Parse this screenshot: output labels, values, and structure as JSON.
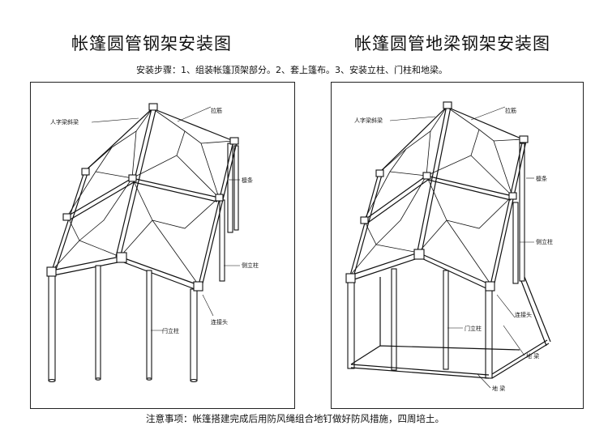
{
  "titles": {
    "left": "帐篷圆管钢架安装图",
    "right": "帐篷圆管地梁钢架安装图"
  },
  "steps": "安装步骤：1、组装帐篷顶架部分。2、套上篷布。3、安装立柱、门柱和地梁。",
  "note": "注意事项：帐篷搭建完成后用防风绳组合地钉做好防风措施，四周培土。",
  "left_panel": {
    "labels": {
      "rafter": "人字梁斜梁",
      "tie_rope": "拉筋",
      "purlin": "檩条",
      "side_post": "侧立柱",
      "connector": "连接头",
      "door_post": "门立柱"
    }
  },
  "right_panel": {
    "labels": {
      "rafter": "人字梁斜梁",
      "tie_rope": "拉筋",
      "purlin": "檩条",
      "side_post": "侧立柱",
      "connector": "连接头",
      "door_post": "门立柱",
      "ground_beam_1": "地  梁",
      "ground_beam_2": "地  梁"
    }
  }
}
